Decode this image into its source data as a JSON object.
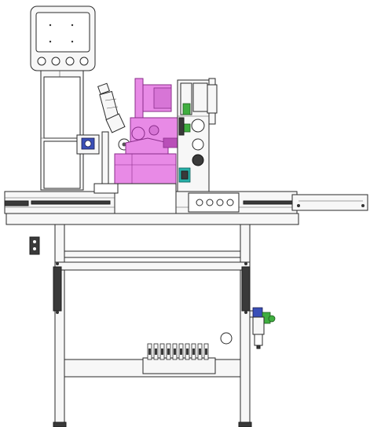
{
  "drawing": {
    "subject": "",
    "colors": {
      "outline": "#2a2a2a",
      "frame": "#f7f7f7",
      "magenta": "#e88ae6",
      "magenta_dark": "#b94fb8",
      "green": "#3fae3f",
      "teal": "#27b0a8",
      "blue": "#3a4fb8",
      "dark": "#3a3a3a"
    },
    "panel_buttons": 4,
    "rail_buttons": 4,
    "valve_count": 10
  }
}
